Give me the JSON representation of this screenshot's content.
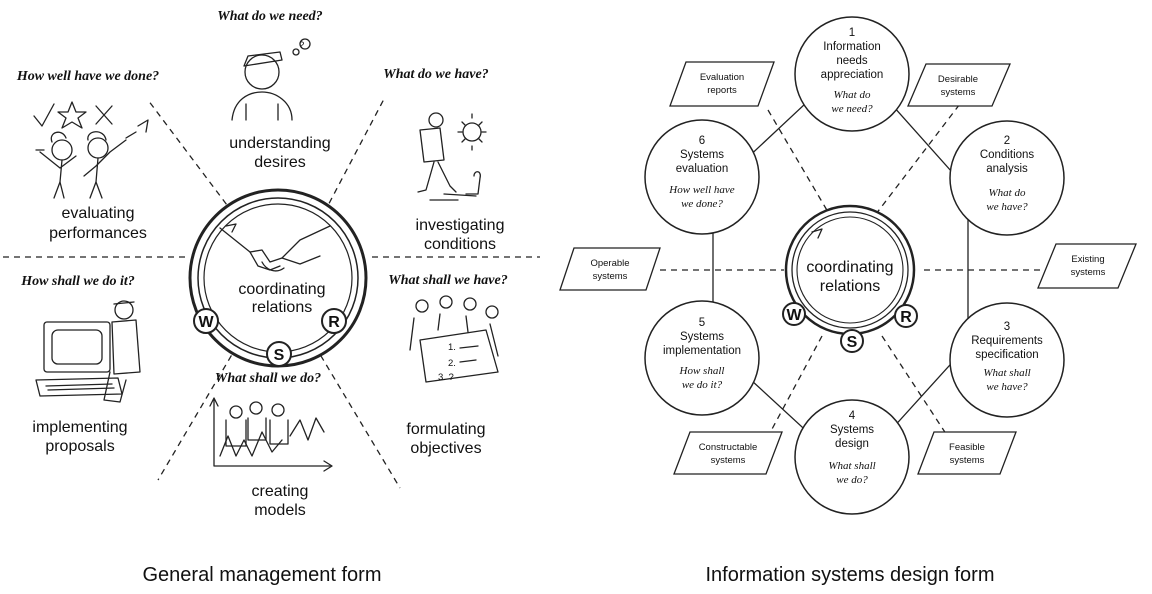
{
  "left": {
    "caption": "General management form",
    "center": {
      "line1": "coordinating",
      "line2": "relations"
    },
    "badges": [
      "W",
      "S",
      "R"
    ],
    "stages": [
      {
        "id": "need",
        "question": "What do we need?",
        "line1": "understanding",
        "line2": "desires",
        "icon": "thinking-person-icon"
      },
      {
        "id": "have",
        "question": "What do we have?",
        "line1": "investigating",
        "line2": "conditions",
        "icon": "hiker-sun-icon"
      },
      {
        "id": "shallhave",
        "question": "What shall we have?",
        "line1": "formulating",
        "line2": "objectives",
        "icon": "team-meeting-icon"
      },
      {
        "id": "shalldo",
        "question": "What shall we do?",
        "line1": "creating",
        "line2": "models",
        "icon": "model-chart-icon"
      },
      {
        "id": "doit",
        "question": "How shall we do it?",
        "line1": "implementing",
        "line2": "proposals",
        "icon": "computer-user-icon"
      },
      {
        "id": "done",
        "question": "How well have we done?",
        "line1": "evaluating",
        "line2": "performances",
        "icon": "cheering-people-icon"
      }
    ]
  },
  "right": {
    "caption": "Information systems design form",
    "center": {
      "line1": "coordinating",
      "line2": "relations"
    },
    "badges": [
      "W",
      "S",
      "R"
    ],
    "stages": [
      {
        "num": "1",
        "lines": [
          "Information",
          "needs",
          "appreciation"
        ],
        "q": [
          "What do",
          "we need?"
        ]
      },
      {
        "num": "2",
        "lines": [
          "Conditions",
          "analysis"
        ],
        "q": [
          "What do",
          "we have?"
        ]
      },
      {
        "num": "3",
        "lines": [
          "Requirements",
          "specification"
        ],
        "q": [
          "What shall",
          "we have?"
        ]
      },
      {
        "num": "4",
        "lines": [
          "Systems",
          "design"
        ],
        "q": [
          "What shall",
          "we do?"
        ]
      },
      {
        "num": "5",
        "lines": [
          "Systems",
          "implementation"
        ],
        "q": [
          "How shall",
          "we do it?"
        ]
      },
      {
        "num": "6",
        "lines": [
          "Systems",
          "evaluation"
        ],
        "q": [
          "How well have",
          "we done?"
        ]
      }
    ],
    "outputs": [
      {
        "lines": [
          "Desirable",
          "systems"
        ]
      },
      {
        "lines": [
          "Existing",
          "systems"
        ]
      },
      {
        "lines": [
          "Feasible",
          "systems"
        ]
      },
      {
        "lines": [
          "Constructable",
          "systems"
        ]
      },
      {
        "lines": [
          "Operable",
          "systems"
        ]
      },
      {
        "lines": [
          "Evaluation",
          "reports"
        ]
      }
    ]
  }
}
